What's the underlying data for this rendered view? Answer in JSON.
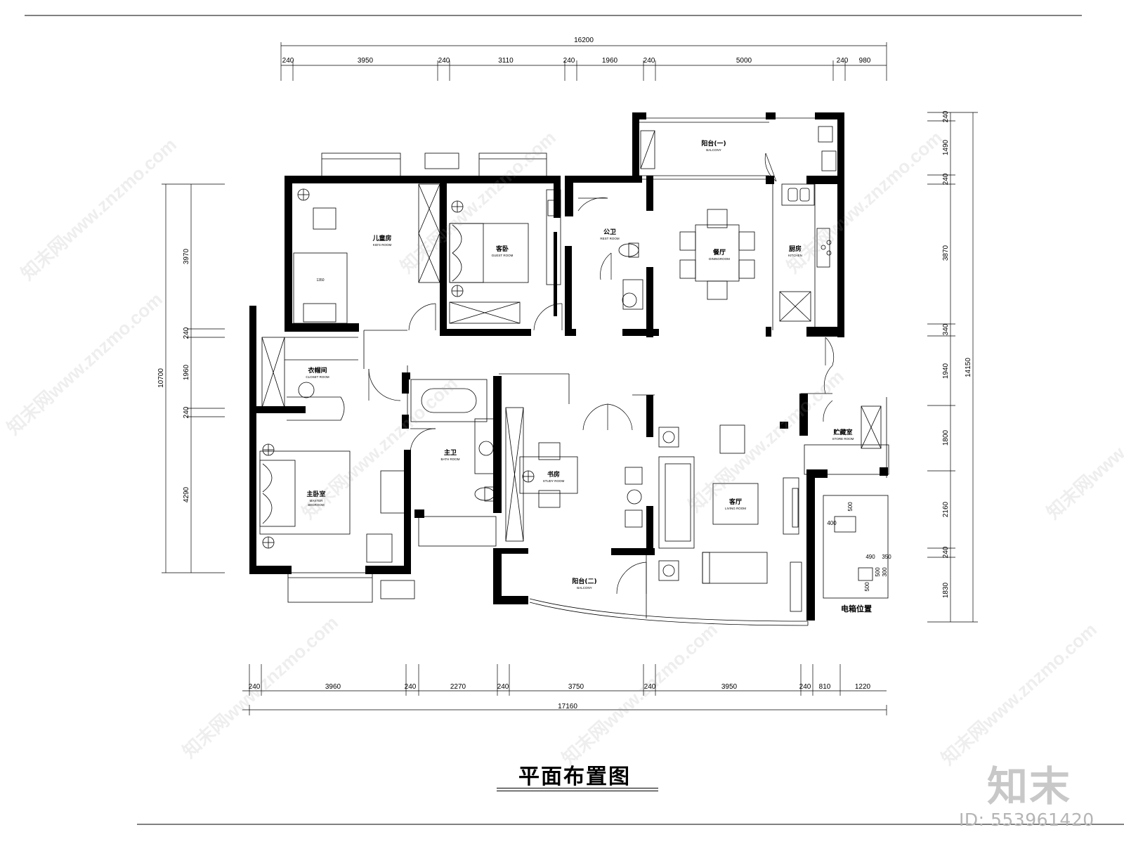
{
  "drawing_title": "平面布置图",
  "dimensions": {
    "top_total": "16200",
    "top_segments": [
      "240",
      "3950",
      "240",
      "3110",
      "240",
      "1960",
      "240",
      "5000",
      "240",
      "980"
    ],
    "bottom_total": "17160",
    "bottom_segments": [
      "240",
      "3960",
      "240",
      "2270",
      "240",
      "3750",
      "240",
      "3950",
      "240",
      "810",
      "1220"
    ],
    "left_total": "10700",
    "left_segments": [
      "3970",
      "240",
      "1960",
      "240",
      "4290"
    ],
    "right_total": "14150",
    "right_segments": [
      "240",
      "1490",
      "240",
      "3870",
      "340",
      "1940",
      "1800",
      "2160",
      "240",
      "1830"
    ],
    "electric_box_dims": [
      "500",
      "400",
      "490",
      "350",
      "300",
      "500",
      "500"
    ]
  },
  "rooms": {
    "kids_room": {
      "cn": "儿童房",
      "en": "KID'S ROOM"
    },
    "guest_room": {
      "cn": "客卧",
      "en": "GUEST ROOM"
    },
    "rest_room": {
      "cn": "公卫",
      "en": "REST ROOM"
    },
    "balcony_1": {
      "cn": "阳台(一)",
      "en": "BALCONY"
    },
    "dining_room": {
      "cn": "餐厅",
      "en": "DININGROOM"
    },
    "kitchen": {
      "cn": "厨房",
      "en": "KITCHEN"
    },
    "closet_room": {
      "cn": "衣帽间",
      "en": "CLOSET ROOM"
    },
    "bath_room": {
      "cn": "主卫",
      "en": "BATH ROOM"
    },
    "study_room": {
      "cn": "书房",
      "en": "STUDY ROOM"
    },
    "living_room": {
      "cn": "客厅",
      "en": "LIVING ROOM"
    },
    "store_room": {
      "cn": "贮藏室",
      "en": "STORE ROOM"
    },
    "master_bedroom": {
      "cn": "主卧室",
      "en_line1": "MASTER",
      "en_line2": "BEDROOM"
    },
    "balcony_2": {
      "cn": "阳台(二)",
      "en": "BALCONY"
    },
    "electric_box": {
      "cn": "电箱位置"
    }
  },
  "bed_label": "1350",
  "watermark_text": "知末网www.znzmo.com",
  "brand": {
    "logo": "知末",
    "id": "ID: 553961420"
  }
}
